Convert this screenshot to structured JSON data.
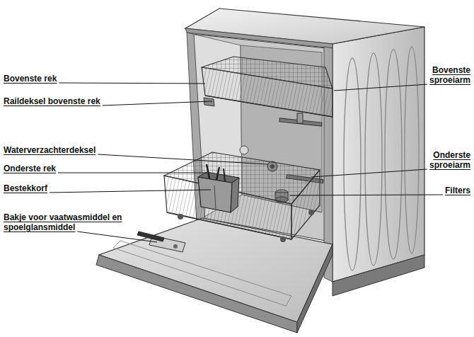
{
  "diagram": {
    "labels": [
      "Bovenste rek",
      "Raildeksel bovenste rek",
      "Waterverzachterdeksel",
      "Onderste rek",
      "Bestekkorf",
      "Bakje voor vaatwasmiddel en spoelglansmiddel",
      "Bovenste sproeiarm",
      "Onderste sproeiarm",
      "Filters"
    ]
  }
}
